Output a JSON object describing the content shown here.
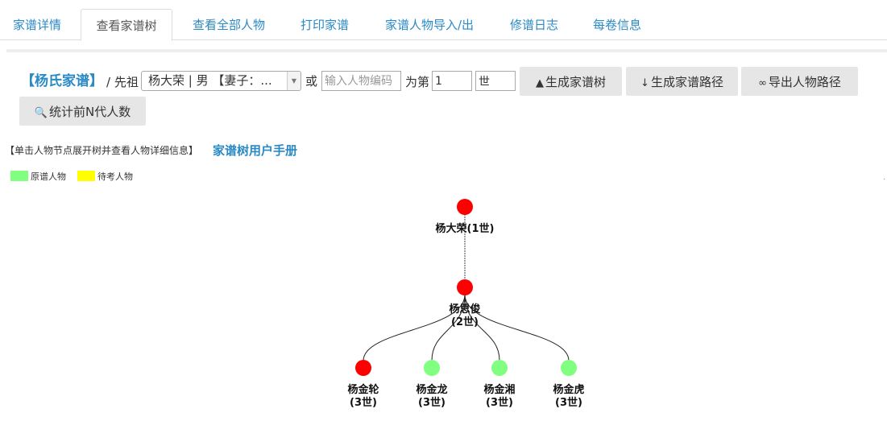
{
  "tabs": [
    {
      "label": "家谱详情",
      "active": false
    },
    {
      "label": "查看家谱树",
      "active": true
    },
    {
      "label": "查看全部人物",
      "active": false
    },
    {
      "label": "打印家谱",
      "active": false
    },
    {
      "label": "家谱人物导入/出",
      "active": false
    },
    {
      "label": "修谱日志",
      "active": false
    },
    {
      "label": "每卷信息",
      "active": false
    }
  ],
  "toolbar": {
    "family_name": "【杨氏家谱】",
    "ancestor_prefix": "/ 先祖",
    "ancestor_selected": "杨大荣 | 男 【妻子：...",
    "or_text": "或",
    "code_placeholder": "输入人物编码",
    "gen_prefix": "为第",
    "gen_value": "1",
    "gen_suffix": "世",
    "btn_tree": "生成家谱树",
    "btn_path": "生成家谱路径",
    "btn_export": "导出人物路径",
    "btn_count": "统计前N代人数",
    "icon_tree": "tree-icon",
    "icon_path": "level-down-icon",
    "icon_export": "link-icon",
    "icon_count": "search-icon"
  },
  "hint_text": "【单击人物节点展开树并查看人物详细信息】",
  "manual_link": "家谱树用户手册",
  "legend": [
    {
      "label": "原谱人物",
      "color": "#80ff80"
    },
    {
      "label": "待考人物",
      "color": "#ffff00"
    }
  ],
  "colors": {
    "accent": "#2a8ac6",
    "node_collapsed": "#ff0000",
    "node_original": "#80ff80"
  },
  "tree": {
    "root": {
      "name": "杨大荣(1世)",
      "status": "collapsed"
    },
    "child": {
      "name_line1": "杨思俊",
      "name_line2": "(2世)",
      "status": "collapsed"
    },
    "grandchildren": [
      {
        "name_line1": "杨金轮",
        "name_line2": "(3世)",
        "status": "collapsed"
      },
      {
        "name_line1": "杨金龙",
        "name_line2": "(3世)",
        "status": "original"
      },
      {
        "name_line1": "杨金湘",
        "name_line2": "(3世)",
        "status": "original"
      },
      {
        "name_line1": "杨金虎",
        "name_line2": "(3世)",
        "status": "original"
      }
    ]
  }
}
